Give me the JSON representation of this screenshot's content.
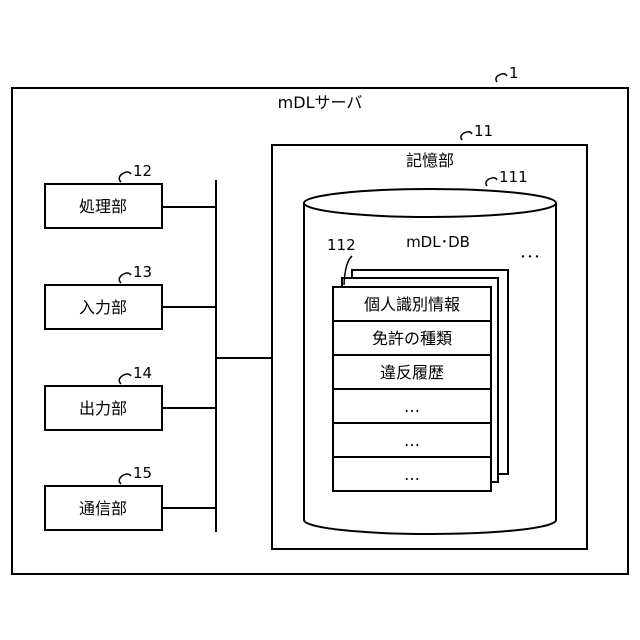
{
  "server": {
    "ref": "1",
    "label": "mDLサーバ"
  },
  "storage": {
    "ref": "11",
    "label": "記憶部"
  },
  "database": {
    "ref": "111",
    "label": "mDL･DB",
    "more": "･･･"
  },
  "record": {
    "ref": "112",
    "fields": [
      "個人識別情報",
      "免許の種類",
      "違反履歴",
      "…",
      "…",
      "…"
    ]
  },
  "units": [
    {
      "ref": "12",
      "label": "処理部"
    },
    {
      "ref": "13",
      "label": "入力部"
    },
    {
      "ref": "14",
      "label": "出力部"
    },
    {
      "ref": "15",
      "label": "通信部"
    }
  ]
}
